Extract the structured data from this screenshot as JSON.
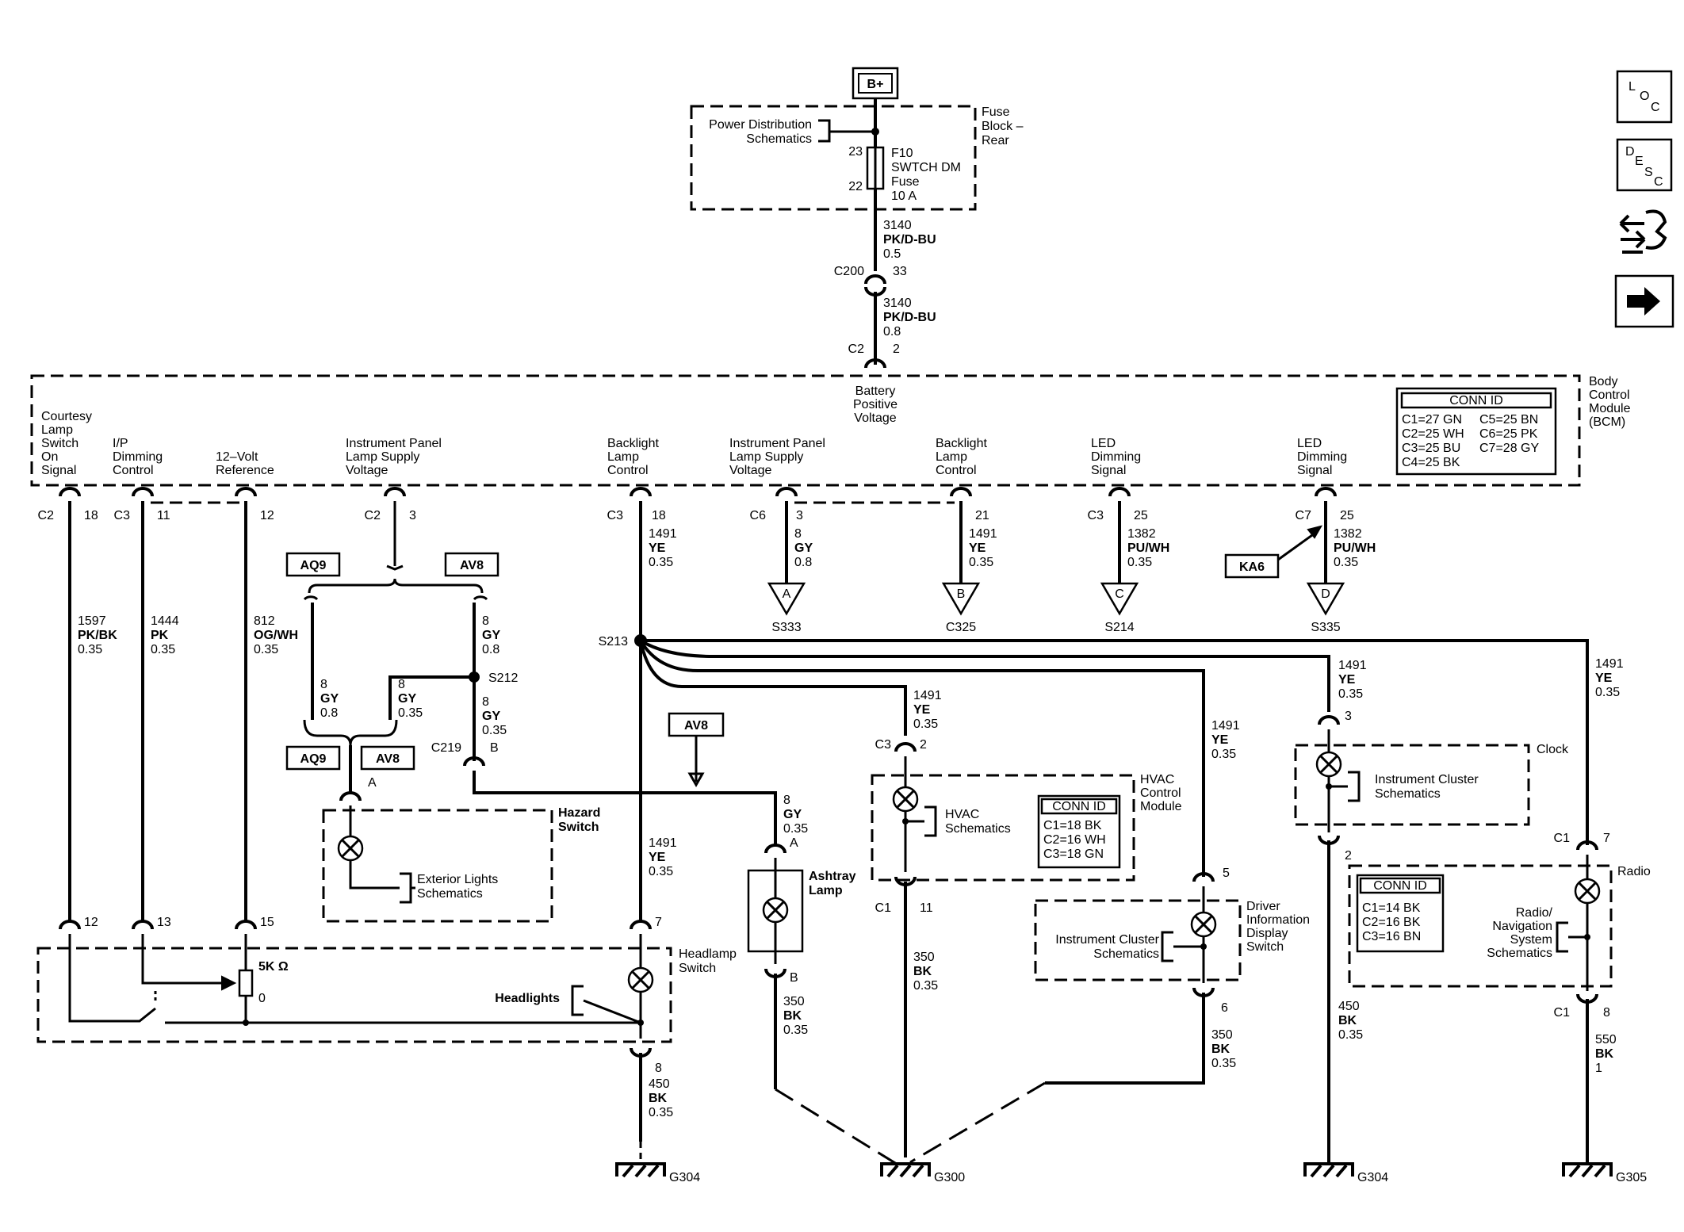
{
  "power": {
    "battery": "B+",
    "fuse_block": [
      "Fuse",
      "Block –",
      "Rear"
    ],
    "pds": [
      "Power Distribution",
      "Schematics"
    ],
    "fuse_pin_in": "23",
    "fuse_pin_out": "22",
    "fuse": [
      "F10",
      "SWTCH DM",
      "Fuse",
      "10 A"
    ]
  },
  "feed": {
    "w1": [
      "3140",
      "PK/D-BU",
      "0.5"
    ],
    "c200": "C200",
    "c200_pin": "33",
    "w2": [
      "3140",
      "PK/D-BU",
      "0.8"
    ],
    "c2": "C2",
    "c2_pin": "2"
  },
  "bcm": {
    "title": [
      "Body",
      "Control",
      "Module",
      "(BCM)"
    ],
    "battery_label": [
      "Battery",
      "Positive",
      "Voltage"
    ],
    "conn_id": {
      "title": "CONN ID",
      "rows": [
        [
          "C1=27 GN",
          "C5=25 BN"
        ],
        [
          "C2=25 WH",
          "C6=25 PK"
        ],
        [
          "C3=25 BU",
          "C7=28 GY"
        ],
        [
          "C4=25 BK",
          ""
        ]
      ]
    },
    "terminals": [
      {
        "label": [
          "Courtesy",
          "Lamp",
          "Switch",
          "On",
          "Signal"
        ],
        "conn": "C2",
        "pin": "18"
      },
      {
        "label": [
          "I/P",
          "Dimming",
          "Control"
        ],
        "conn": "C3",
        "pin": "11"
      },
      {
        "label": [
          "12–Volt",
          "Reference"
        ],
        "conn": "",
        "pin": "12"
      },
      {
        "label": [
          "Instrument Panel",
          "Lamp Supply",
          "Voltage"
        ],
        "conn": "C2",
        "pin": "3"
      },
      {
        "label": [
          "Backlight",
          "Lamp",
          "Control"
        ],
        "conn": "C3",
        "pin": "18"
      },
      {
        "label": [
          "Instrument Panel",
          "Lamp Supply",
          "Voltage"
        ],
        "conn": "C6",
        "pin": "3"
      },
      {
        "label": [
          "Backlight",
          "Lamp",
          "Control"
        ],
        "conn": "",
        "pin": "21"
      },
      {
        "label": [
          "LED",
          "Dimming",
          "Signal"
        ],
        "conn": "C3",
        "pin": "25"
      },
      {
        "label": [
          "LED",
          "Dimming",
          "Signal"
        ],
        "conn": "C7",
        "pin": "25"
      }
    ]
  },
  "wires": {
    "courtesy": [
      "1597",
      "PK/BK",
      "0.35"
    ],
    "ip_dim": [
      "1444",
      "PK",
      "0.35"
    ],
    "ref12": [
      "812",
      "OG/WH",
      "0.35"
    ],
    "backlight_main": [
      "1491",
      "YE",
      "0.35"
    ],
    "ip_supply_c6": [
      "8",
      "GY",
      "0.8"
    ],
    "backlight_21": [
      "1491",
      "YE",
      "0.35"
    ],
    "led_c3": [
      "1382",
      "PU/WH",
      "0.35"
    ],
    "led_c7": [
      "1382",
      "PU/WH",
      "0.35"
    ],
    "av8_top": [
      "8",
      "GY",
      "0.8"
    ],
    "aq9_left": [
      "8",
      "GY",
      "0.8"
    ],
    "av8_inner": [
      "8",
      "GY",
      "0.35"
    ],
    "s212_down": [
      "8",
      "GY",
      "0.35"
    ],
    "ashtray_in": [
      "8",
      "GY",
      "0.35"
    ],
    "hvac_in": [
      "1491",
      "YE",
      "0.35"
    ],
    "dic_in": [
      "1491",
      "YE",
      "0.35"
    ],
    "clock_in": [
      "1491",
      "YE",
      "0.35"
    ],
    "radio_in": [
      "1491",
      "YE",
      "0.35"
    ],
    "backlight_lower": [
      "1491",
      "YE",
      "0.35"
    ],
    "ashtray_gnd": [
      "350",
      "BK",
      "0.35"
    ],
    "hvac_gnd": [
      "350",
      "BK",
      "0.35"
    ],
    "dic_gnd": [
      "350",
      "BK",
      "0.35"
    ],
    "clock_gnd": [
      "450",
      "BK",
      "0.35"
    ],
    "radio_gnd": [
      "550",
      "BK",
      "1"
    ],
    "headlamp_gnd": [
      "450",
      "BK",
      "0.35"
    ]
  },
  "offpage": [
    {
      "letter": "A",
      "ref": "S333"
    },
    {
      "letter": "B",
      "ref": "C325"
    },
    {
      "letter": "C",
      "ref": "S214"
    },
    {
      "letter": "D",
      "ref": "S335"
    }
  ],
  "options": {
    "aq9": "AQ9",
    "av8": "AV8",
    "ka6": "KA6"
  },
  "splices": {
    "s213": "S213",
    "s212": "S212"
  },
  "c219": {
    "label": "C219",
    "pin": "B"
  },
  "hazard": {
    "title": [
      "Hazard",
      "Switch"
    ],
    "pin": "A",
    "ref": [
      "Exterior Lights",
      "Schematics"
    ]
  },
  "headlamp": {
    "title": [
      "Headlamp",
      "Switch"
    ],
    "pins": [
      "12",
      "13",
      "15",
      "7",
      "8"
    ],
    "resistor": "5K Ω",
    "zero": "0",
    "headlights": "Headlights"
  },
  "ashtray": {
    "title": [
      "Ashtray",
      "Lamp"
    ],
    "pin_in": "A",
    "pin_out": "B"
  },
  "hvac": {
    "title": [
      "HVAC",
      "Control",
      "Module"
    ],
    "pin_c3": "C3",
    "pin_in": "2",
    "pin_c1": "C1",
    "pin_out": "11",
    "ref": [
      "HVAC",
      "Schematics"
    ],
    "conn_id": {
      "title": "CONN ID",
      "rows": [
        "C1=18 BK",
        "C2=16 WH",
        "C3=18 GN"
      ]
    }
  },
  "dic": {
    "title": [
      "Driver",
      "Information",
      "Display",
      "Switch"
    ],
    "pin_in": "5",
    "pin_out": "6",
    "ref": [
      "Instrument Cluster",
      "Schematics"
    ]
  },
  "clock": {
    "title": "Clock",
    "pin_in": "3",
    "pin_out": "2",
    "ref": [
      "Instrument Cluster",
      "Schematics"
    ]
  },
  "radio": {
    "title": "Radio",
    "pin_c1_in": "C1",
    "pin_in": "7",
    "pin_c1_out": "C1",
    "pin_out": "8",
    "ref": [
      "Radio/",
      "Navigation",
      "System",
      "Schematics"
    ],
    "conn_id": {
      "title": "CONN ID",
      "rows": [
        "C1=14 BK",
        "C2=16 BK",
        "C3=16 BN"
      ]
    }
  },
  "grounds": [
    "G304",
    "G300",
    "G304",
    "G305"
  ],
  "nav": [
    {
      "name": "loc-button",
      "icon": "loc-icon",
      "text": [
        "L",
        "O",
        "C"
      ]
    },
    {
      "name": "desc-button",
      "icon": "desc-icon",
      "text": [
        "D",
        "E",
        "S",
        "C"
      ]
    },
    {
      "name": "connector-exchange-button",
      "icon": "exchange-arrows-icon"
    },
    {
      "name": "next-button",
      "icon": "right-arrow-icon"
    }
  ]
}
